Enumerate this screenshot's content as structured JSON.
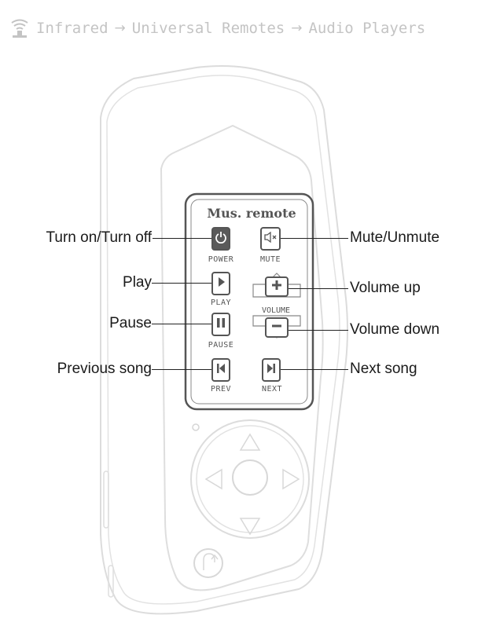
{
  "breadcrumb": {
    "icon": "infrared-icon",
    "items": [
      "Infrared",
      "Universal Remotes",
      "Audio Players"
    ],
    "separator": "→"
  },
  "remote_panel": {
    "title": "Mus. remote",
    "buttons": {
      "power": "POWER",
      "mute": "MUTE",
      "play": "PLAY",
      "volume": "VOLUME",
      "pause": "PAUSE",
      "prev": "PREV",
      "next": "NEXT"
    }
  },
  "callouts": {
    "power": "Turn on/Turn off",
    "play": "Play",
    "pause": "Pause",
    "prev": "Previous song",
    "mute": "Mute/Unmute",
    "vol_up": "Volume up",
    "vol_down": "Volume down",
    "next": "Next song"
  },
  "colors": {
    "outline_light": "#d8d8d8",
    "panel_border": "#555555",
    "power_fill": "#5a5a5a",
    "breadcrumb_text": "#c4c4c4"
  }
}
